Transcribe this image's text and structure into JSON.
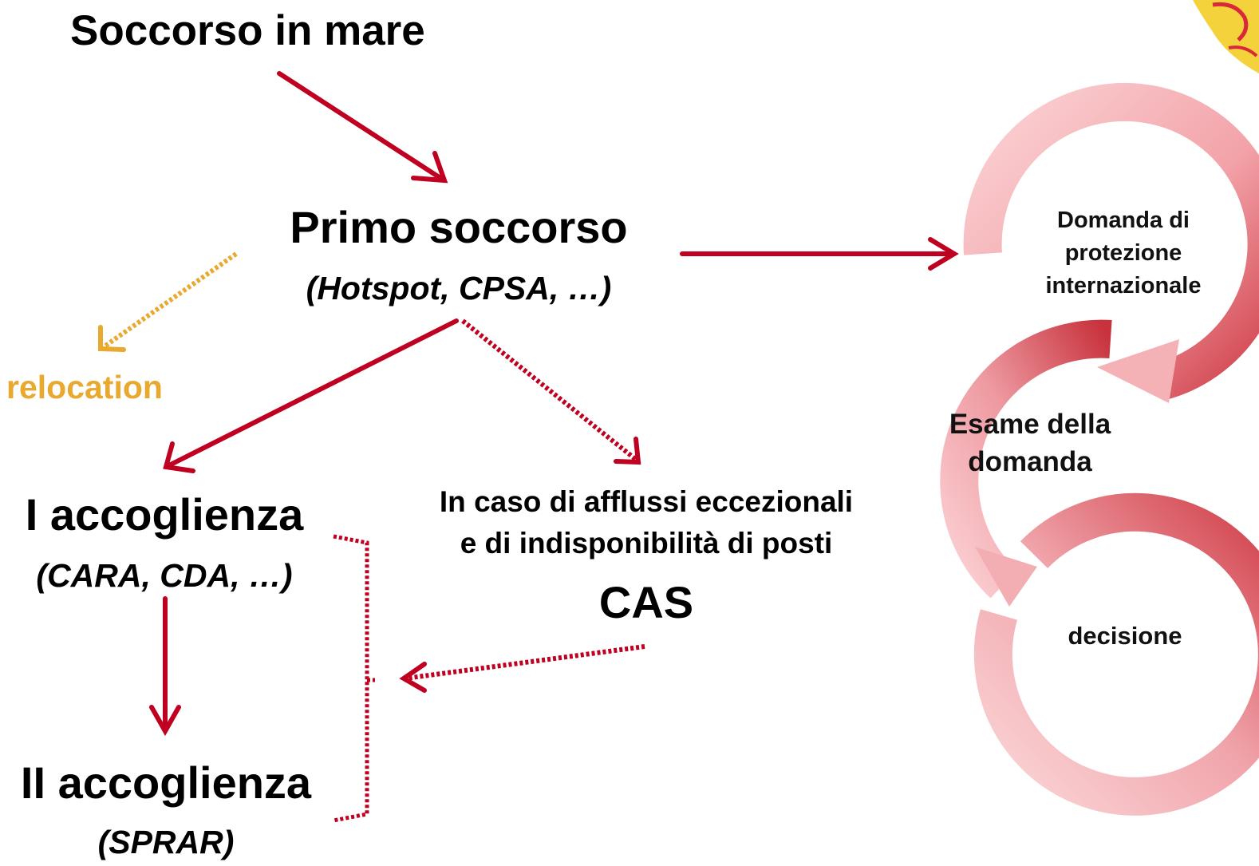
{
  "flow": {
    "sea_rescue": "Soccorso in mare",
    "first_aid": {
      "title": "Primo soccorso",
      "subtitle": "(Hotspot, CPSA, …)"
    },
    "relocation": "relocation",
    "first_reception": {
      "title": "I accoglienza",
      "subtitle": "(CARA, CDA, …)"
    },
    "second_reception": {
      "title": "II accoglienza",
      "subtitle": "(SPRAR)"
    },
    "exception": {
      "line1": "In caso di afflussi eccezionali",
      "line2": "e di indisponibilità di posti",
      "title": "CAS"
    }
  },
  "cycle": {
    "steps": [
      {
        "line1": "Domanda di",
        "line2": "protezione",
        "line3": "internazionale"
      },
      {
        "line1": "Esame della",
        "line2": "domanda"
      },
      {
        "line1": "decisione"
      }
    ]
  },
  "colors": {
    "arrow_red": "#c00020",
    "relocation_orange": "#e9a82e",
    "ring_light": "#f7bcc0",
    "ring_dark": "#c6343f"
  }
}
